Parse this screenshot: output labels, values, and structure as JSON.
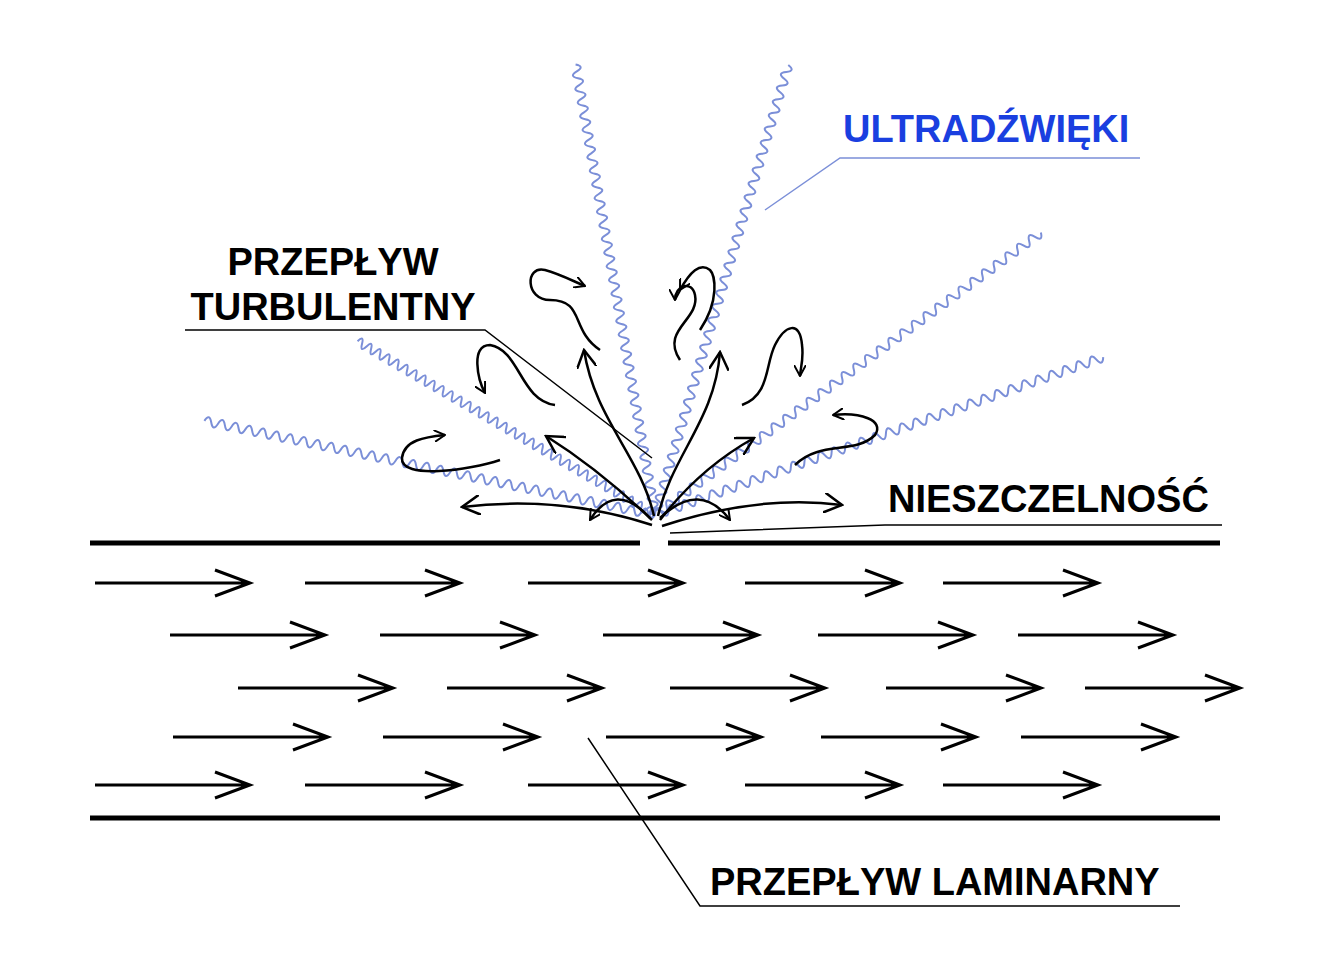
{
  "diagram": {
    "labels": [
      "ULTRADŹWIĘKI",
      "PRZEPŁYW TURBULENTNY",
      "NIESZCZELNOŚĆ",
      "PRZEPŁYW LAMINARNY"
    ]
  }
}
